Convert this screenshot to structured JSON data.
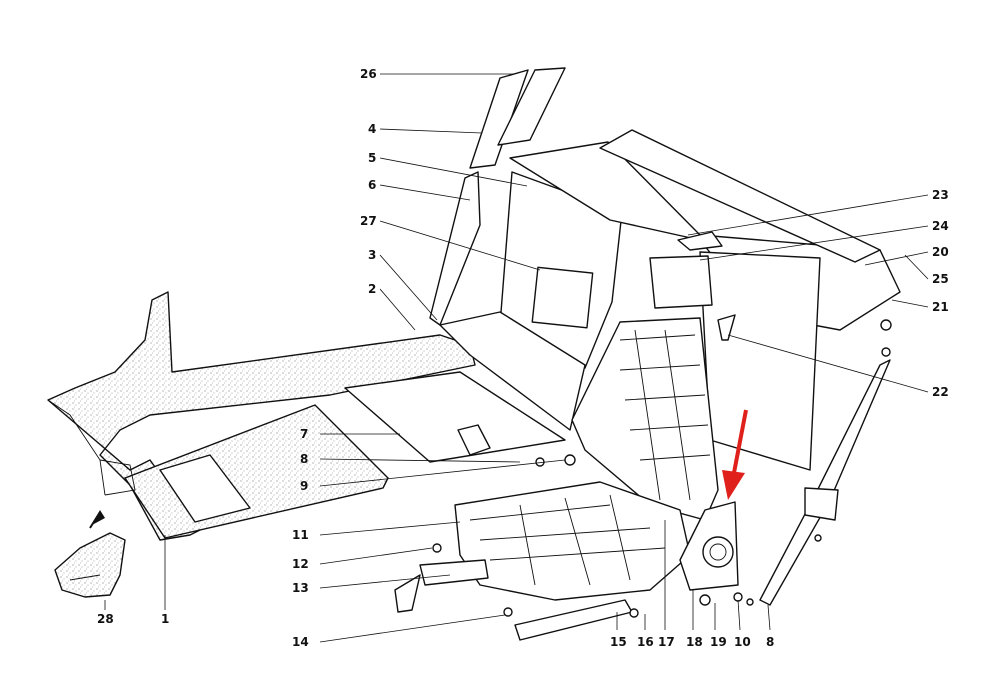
{
  "callouts": [
    {
      "id": "c26",
      "label": "26"
    },
    {
      "id": "c4",
      "label": "4"
    },
    {
      "id": "c5",
      "label": "5"
    },
    {
      "id": "c6",
      "label": "6"
    },
    {
      "id": "c27",
      "label": "27"
    },
    {
      "id": "c3",
      "label": "3"
    },
    {
      "id": "c2",
      "label": "2"
    },
    {
      "id": "c7",
      "label": "7"
    },
    {
      "id": "c8a",
      "label": "8"
    },
    {
      "id": "c9",
      "label": "9"
    },
    {
      "id": "c11",
      "label": "11"
    },
    {
      "id": "c12",
      "label": "12"
    },
    {
      "id": "c13",
      "label": "13"
    },
    {
      "id": "c14",
      "label": "14"
    },
    {
      "id": "c28",
      "label": "28"
    },
    {
      "id": "c1",
      "label": "1"
    },
    {
      "id": "c15",
      "label": "15"
    },
    {
      "id": "c16",
      "label": "16"
    },
    {
      "id": "c17",
      "label": "17"
    },
    {
      "id": "c18",
      "label": "18"
    },
    {
      "id": "c19",
      "label": "19"
    },
    {
      "id": "c10",
      "label": "10"
    },
    {
      "id": "c8b",
      "label": "8"
    },
    {
      "id": "c23",
      "label": "23"
    },
    {
      "id": "c24",
      "label": "24"
    },
    {
      "id": "c20",
      "label": "20"
    },
    {
      "id": "c25",
      "label": "25"
    },
    {
      "id": "c21",
      "label": "21"
    },
    {
      "id": "c22",
      "label": "22"
    }
  ],
  "colors": {
    "line": "#111111",
    "highlight_arrow": "#e0201b",
    "background": "#ffffff"
  }
}
